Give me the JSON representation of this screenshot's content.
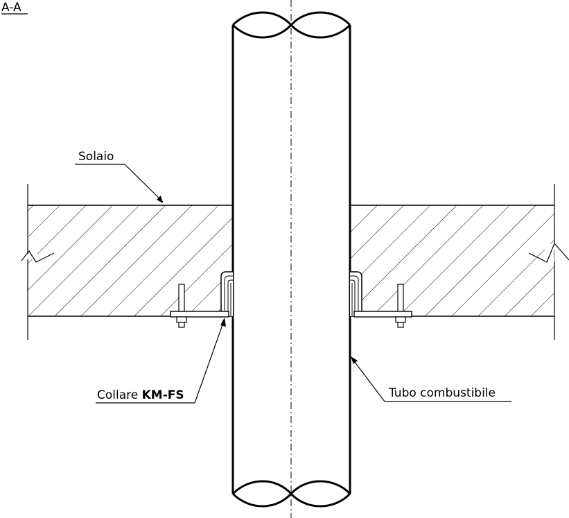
{
  "section_label": "A-A",
  "labels": {
    "slab": "Solaio",
    "collar_prefix": "Collare ",
    "collar_code": "KM-FS",
    "pipe": "Tubo combustibile"
  },
  "colors": {
    "line": "#000000",
    "background": "#ffffff"
  }
}
